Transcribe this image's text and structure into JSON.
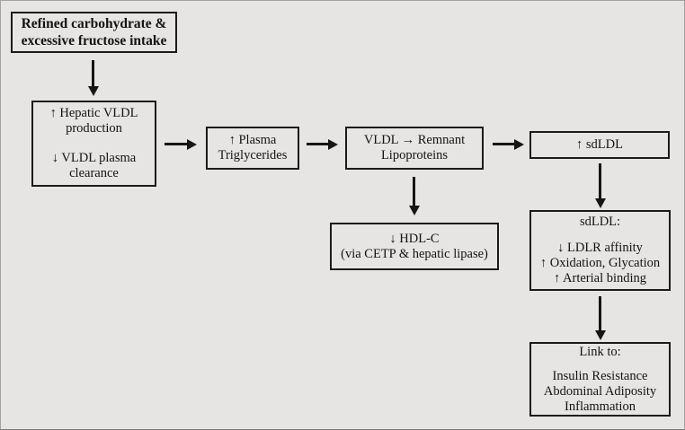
{
  "colors": {
    "background": "#e6e5e3",
    "frame_border": "#a3a2a0",
    "box_border": "#1b1b1b",
    "text": "#131313",
    "arrow": "#151515"
  },
  "nodes": {
    "intake": {
      "lines": [
        "Refined carbohydrate &",
        "excessive fructose intake"
      ]
    },
    "hepatic_vldl": {
      "lines": [
        "↑ Hepatic VLDL",
        "production",
        "↓ VLDL plasma",
        "clearance"
      ]
    },
    "plasma_tg": {
      "lines": [
        "↑ Plasma",
        "Triglycerides"
      ]
    },
    "vldl_remnant": {
      "lines": [
        "VLDL → Remnant",
        "Lipoproteins"
      ]
    },
    "sdldl": {
      "lines": [
        "↑ sdLDL"
      ]
    },
    "hdl": {
      "lines": [
        "↓ HDL-C",
        "(via CETP & hepatic lipase)"
      ]
    },
    "sdldl_props": {
      "heading": "sdLDL:",
      "lines": [
        "↓ LDLR affinity",
        "↑ Oxidation, Glycation",
        "↑ Arterial binding"
      ]
    },
    "link": {
      "heading": "Link to:",
      "lines": [
        "Insulin Resistance",
        "Abdominal Adiposity",
        "Inflammation"
      ]
    }
  }
}
